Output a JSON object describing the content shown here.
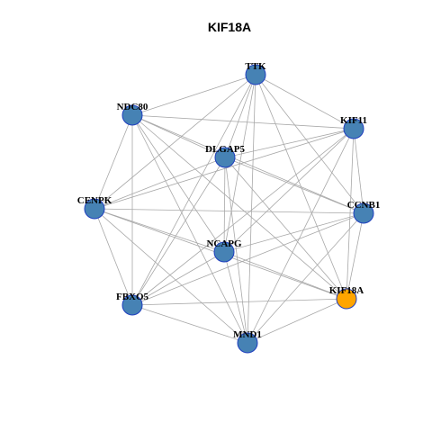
{
  "title": "KIF18A",
  "colors": {
    "node_default": "#4682b4",
    "node_highlight": "#ffa500",
    "node_border": "#1f3fbf",
    "edge": "#a8a8a8",
    "background": "#ffffff"
  },
  "nodes": [
    {
      "id": "TTK",
      "label": "TTK",
      "highlight": false
    },
    {
      "id": "NDC80",
      "label": "NDC80",
      "highlight": false
    },
    {
      "id": "KIF11",
      "label": "KIF11",
      "highlight": false
    },
    {
      "id": "DLGAP5",
      "label": "DLGAP5",
      "highlight": false
    },
    {
      "id": "CENPK",
      "label": "CENPK",
      "highlight": false
    },
    {
      "id": "CCNB1",
      "label": "CCNB1",
      "highlight": false
    },
    {
      "id": "NCAPG",
      "label": "NCAPG",
      "highlight": false
    },
    {
      "id": "KIF18A",
      "label": "KIF18A",
      "highlight": true
    },
    {
      "id": "FBXO5",
      "label": "FBXO5",
      "highlight": false
    },
    {
      "id": "MND1",
      "label": "MND1",
      "highlight": false
    }
  ],
  "edges": [
    [
      "TTK",
      "NDC80"
    ],
    [
      "TTK",
      "KIF11"
    ],
    [
      "TTK",
      "DLGAP5"
    ],
    [
      "TTK",
      "CENPK"
    ],
    [
      "TTK",
      "CCNB1"
    ],
    [
      "TTK",
      "NCAPG"
    ],
    [
      "TTK",
      "KIF18A"
    ],
    [
      "TTK",
      "FBXO5"
    ],
    [
      "TTK",
      "MND1"
    ],
    [
      "NDC80",
      "KIF11"
    ],
    [
      "NDC80",
      "DLGAP5"
    ],
    [
      "NDC80",
      "CENPK"
    ],
    [
      "NDC80",
      "CCNB1"
    ],
    [
      "NDC80",
      "NCAPG"
    ],
    [
      "NDC80",
      "KIF18A"
    ],
    [
      "NDC80",
      "FBXO5"
    ],
    [
      "NDC80",
      "MND1"
    ],
    [
      "KIF11",
      "DLGAP5"
    ],
    [
      "KIF11",
      "CENPK"
    ],
    [
      "KIF11",
      "CCNB1"
    ],
    [
      "KIF11",
      "NCAPG"
    ],
    [
      "KIF11",
      "KIF18A"
    ],
    [
      "KIF11",
      "FBXO5"
    ],
    [
      "KIF11",
      "MND1"
    ],
    [
      "DLGAP5",
      "CENPK"
    ],
    [
      "DLGAP5",
      "CCNB1"
    ],
    [
      "DLGAP5",
      "NCAPG"
    ],
    [
      "DLGAP5",
      "KIF18A"
    ],
    [
      "DLGAP5",
      "FBXO5"
    ],
    [
      "DLGAP5",
      "MND1"
    ],
    [
      "CENPK",
      "CCNB1"
    ],
    [
      "CENPK",
      "NCAPG"
    ],
    [
      "CENPK",
      "KIF18A"
    ],
    [
      "CENPK",
      "FBXO5"
    ],
    [
      "CENPK",
      "MND1"
    ],
    [
      "CCNB1",
      "NCAPG"
    ],
    [
      "CCNB1",
      "KIF18A"
    ],
    [
      "CCNB1",
      "FBXO5"
    ],
    [
      "CCNB1",
      "MND1"
    ],
    [
      "NCAPG",
      "KIF18A"
    ],
    [
      "NCAPG",
      "FBXO5"
    ],
    [
      "NCAPG",
      "MND1"
    ],
    [
      "KIF18A",
      "FBXO5"
    ],
    [
      "KIF18A",
      "MND1"
    ],
    [
      "FBXO5",
      "MND1"
    ]
  ]
}
